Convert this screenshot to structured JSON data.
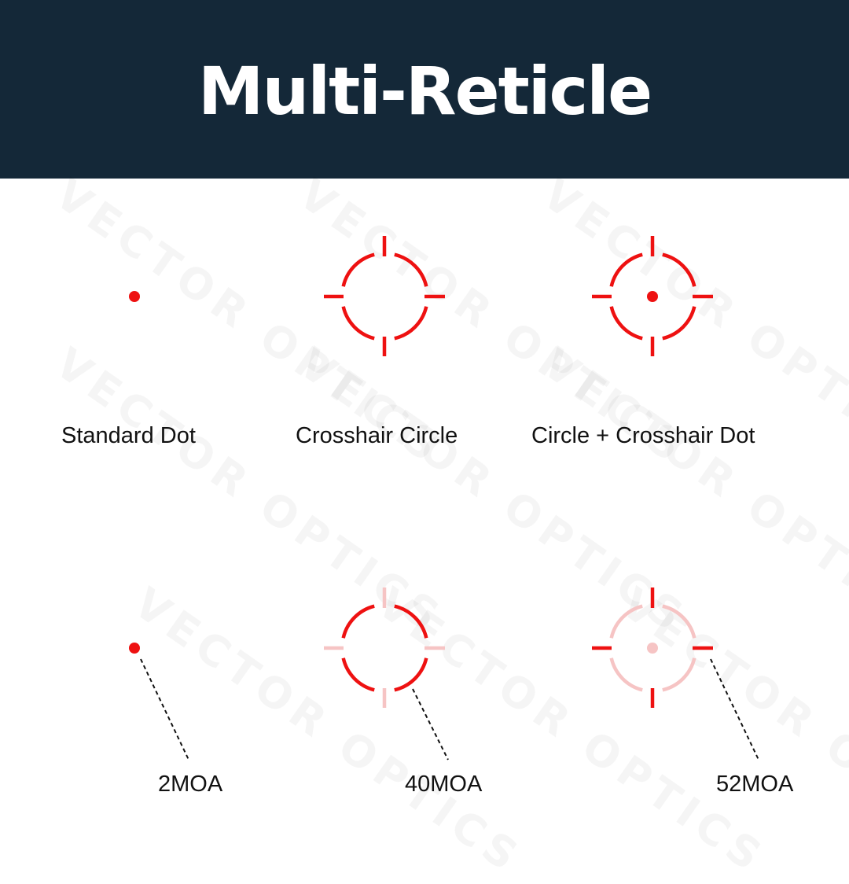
{
  "title": "Multi-Reticle",
  "watermark_text": "VECTOR OPTICS",
  "colors": {
    "header": "#142838",
    "reticle": "#ee1111",
    "reticle_faded": "#f6c4c4",
    "text": "#111111"
  },
  "reticles": [
    {
      "label": "Standard Dot"
    },
    {
      "label": "Crosshair Circle"
    },
    {
      "label": "Circle + Crosshair Dot"
    }
  ],
  "sizes": [
    {
      "label": "2MOA",
      "highlight": "dot"
    },
    {
      "label": "40MOA",
      "highlight": "circle"
    },
    {
      "label": "52MOA",
      "highlight": "crosshair"
    }
  ]
}
